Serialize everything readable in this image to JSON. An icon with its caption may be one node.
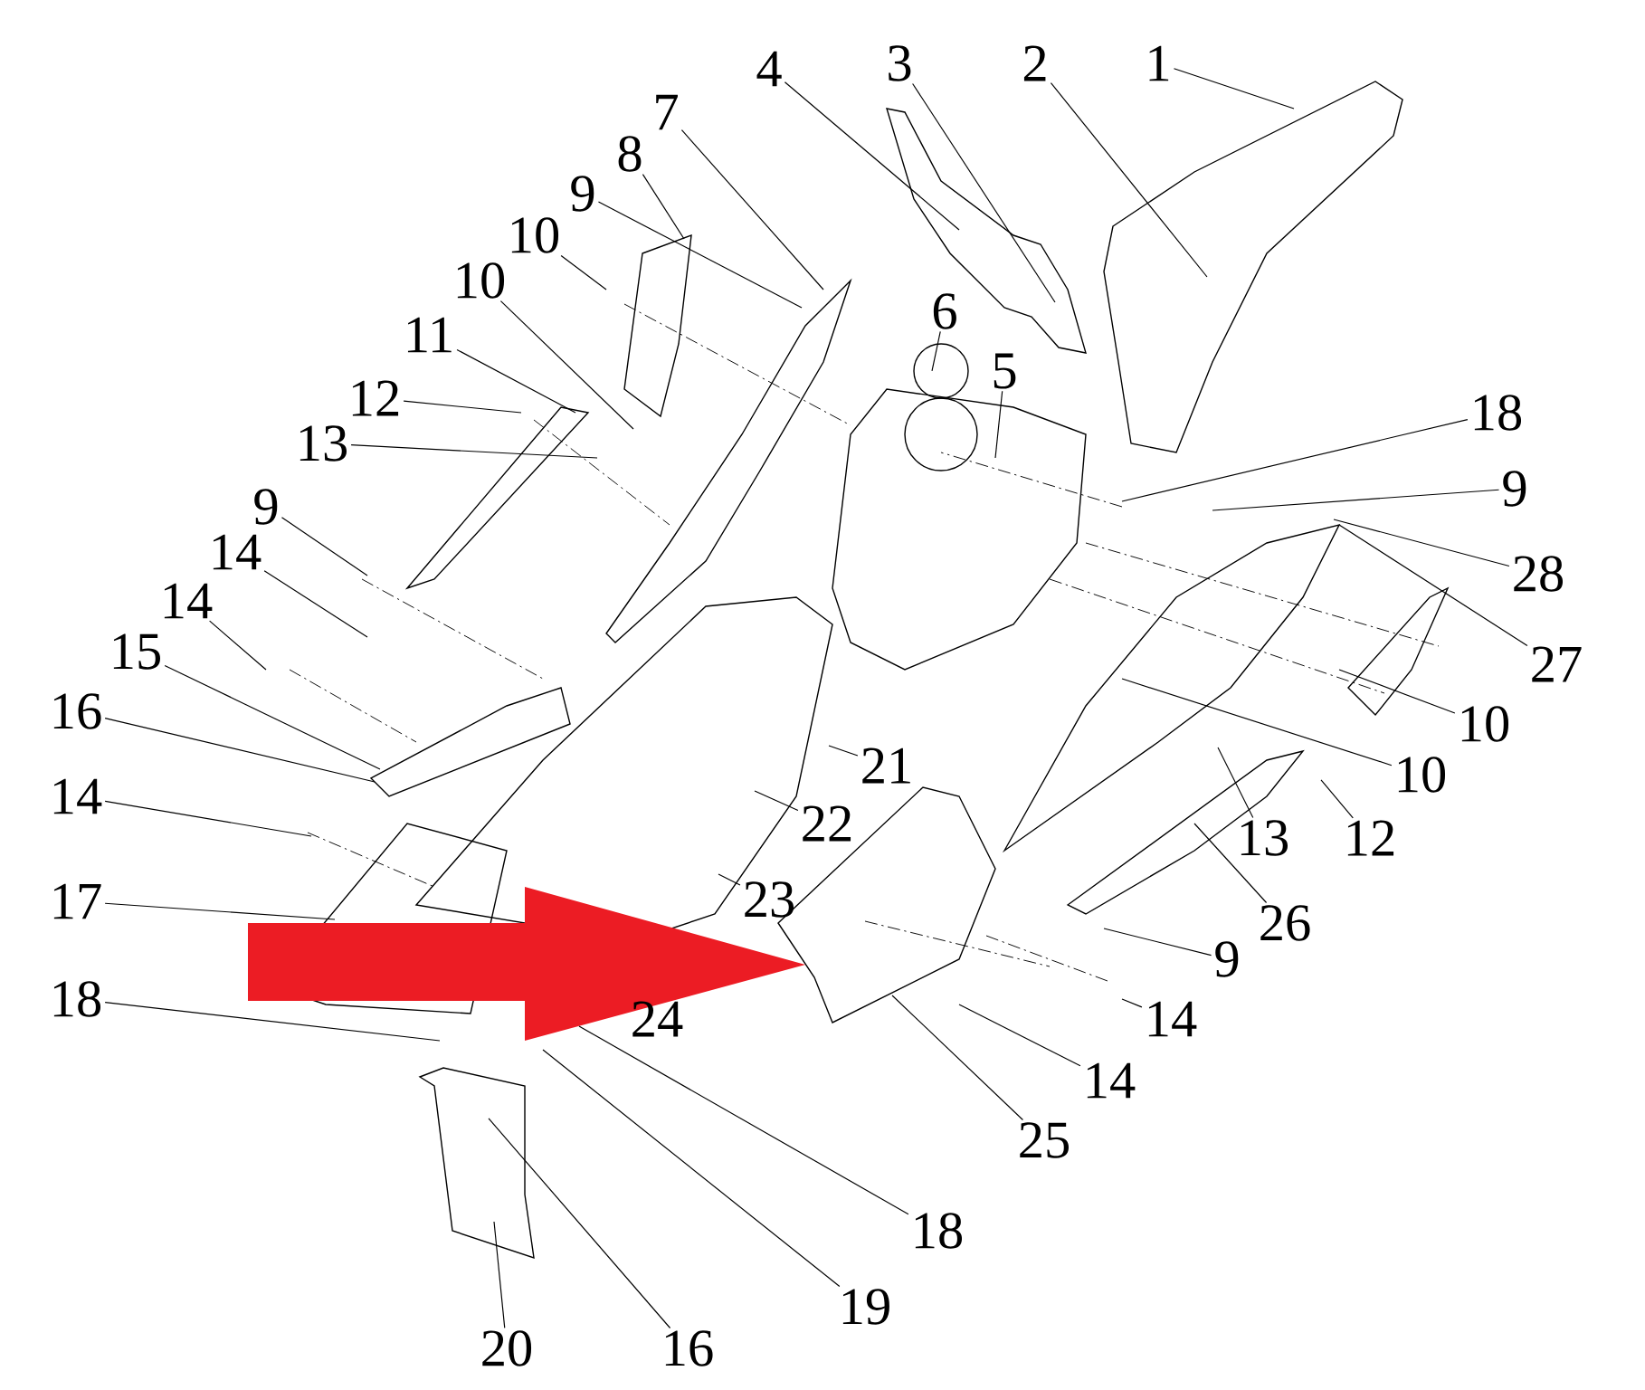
{
  "diagram": {
    "nodes": [
      {
        "text": [
          "1"
        ]
      },
      {
        "text": [
          "2"
        ]
      },
      {
        "text": [
          "3"
        ]
      },
      {
        "text": [
          "4"
        ]
      },
      {
        "text": [
          "7"
        ]
      },
      {
        "text": [
          "8"
        ]
      },
      {
        "text": [
          "9"
        ]
      },
      {
        "text": [
          "10"
        ]
      },
      {
        "text": [
          "10"
        ]
      },
      {
        "text": [
          "6"
        ]
      },
      {
        "text": [
          "11"
        ]
      },
      {
        "text": [
          "5"
        ]
      },
      {
        "text": [
          "12"
        ]
      },
      {
        "text": [
          "18"
        ]
      },
      {
        "text": [
          "13"
        ]
      },
      {
        "text": [
          "9"
        ]
      },
      {
        "text": [
          "9"
        ]
      },
      {
        "text": [
          "14"
        ]
      },
      {
        "text": [
          "28"
        ]
      },
      {
        "text": [
          "14"
        ]
      },
      {
        "text": [
          "15"
        ]
      },
      {
        "text": [
          "27"
        ]
      },
      {
        "text": [
          "16"
        ]
      },
      {
        "text": [
          "10"
        ]
      },
      {
        "text": [
          "21"
        ]
      },
      {
        "text": [
          "10"
        ]
      },
      {
        "text": [
          "14"
        ]
      },
      {
        "text": [
          "22"
        ]
      },
      {
        "text": [
          "13"
        ]
      },
      {
        "text": [
          "12"
        ]
      },
      {
        "text": [
          "23"
        ]
      },
      {
        "text": [
          "17"
        ]
      },
      {
        "text": [
          "26"
        ]
      },
      {
        "text": [
          "9"
        ]
      },
      {
        "text": [
          "18"
        ]
      },
      {
        "text": [
          "14"
        ]
      },
      {
        "text": [
          "14"
        ]
      },
      {
        "text": [
          "25"
        ]
      },
      {
        "text": [
          "18"
        ]
      },
      {
        "text": [
          "19"
        ]
      },
      {
        "text": [
          "20"
        ]
      },
      {
        "text": [
          "16"
        ]
      }
    ],
    "edges": [
      {
        "from": 0,
        "to": null,
        "arrow": "none"
      },
      {
        "from": 1,
        "to": null,
        "arrow": "none"
      },
      {
        "from": 2,
        "to": null,
        "arrow": "none"
      },
      {
        "from": 3,
        "to": null,
        "arrow": "none"
      },
      {
        "from": 4,
        "to": null,
        "arrow": "none"
      },
      {
        "from": 5,
        "to": null,
        "arrow": "none"
      },
      {
        "from": 6,
        "to": null,
        "arrow": "none"
      },
      {
        "from": 7,
        "to": null,
        "arrow": "none"
      },
      {
        "from": 8,
        "to": null,
        "arrow": "none"
      },
      {
        "from": 9,
        "to": null,
        "arrow": "none"
      },
      {
        "from": 10,
        "to": null,
        "arrow": "none"
      },
      {
        "from": 11,
        "to": null,
        "arrow": "none"
      },
      {
        "from": 12,
        "to": null,
        "arrow": "none"
      },
      {
        "from": 13,
        "to": null,
        "arrow": "none"
      },
      {
        "from": 14,
        "to": null,
        "arrow": "none"
      },
      {
        "from": 15,
        "to": null,
        "arrow": "none"
      },
      {
        "from": 16,
        "to": null,
        "arrow": "none"
      },
      {
        "from": 17,
        "to": null,
        "arrow": "none"
      },
      {
        "from": 18,
        "to": null,
        "arrow": "none"
      },
      {
        "from": 19,
        "to": null,
        "arrow": "none"
      },
      {
        "from": 20,
        "to": null,
        "arrow": "none"
      },
      {
        "from": 21,
        "to": null,
        "arrow": "none"
      },
      {
        "from": 22,
        "to": null,
        "arrow": "none"
      },
      {
        "from": 23,
        "to": null,
        "arrow": "none"
      },
      {
        "from": 24,
        "to": null,
        "arrow": "none"
      },
      {
        "from": 25,
        "to": null,
        "arrow": "none"
      },
      {
        "from": 26,
        "to": null,
        "arrow": "none"
      },
      {
        "from": 27,
        "to": null,
        "arrow": "none"
      },
      {
        "from": 28,
        "to": null,
        "arrow": "none"
      },
      {
        "from": 29,
        "to": null,
        "arrow": "none"
      },
      {
        "from": 30,
        "to": null,
        "arrow": "none"
      },
      {
        "from": 31,
        "to": null,
        "arrow": "none"
      },
      {
        "from": 32,
        "to": null,
        "arrow": "none"
      },
      {
        "from": 33,
        "to": null,
        "arrow": "none"
      },
      {
        "from": 34,
        "to": null,
        "arrow": "none"
      },
      {
        "from": 35,
        "to": null,
        "arrow": "none"
      },
      {
        "from": 36,
        "to": null,
        "arrow": "none"
      },
      {
        "from": 37,
        "to": null,
        "arrow": "none"
      },
      {
        "from": 38,
        "to": null,
        "arrow": "none"
      },
      {
        "from": 39,
        "to": null,
        "arrow": "none"
      },
      {
        "from": 40,
        "to": null,
        "arrow": "none"
      },
      {
        "from": 41,
        "to": null,
        "arrow": "none"
      }
    ],
    "labels": [
      "24"
    ]
  }
}
